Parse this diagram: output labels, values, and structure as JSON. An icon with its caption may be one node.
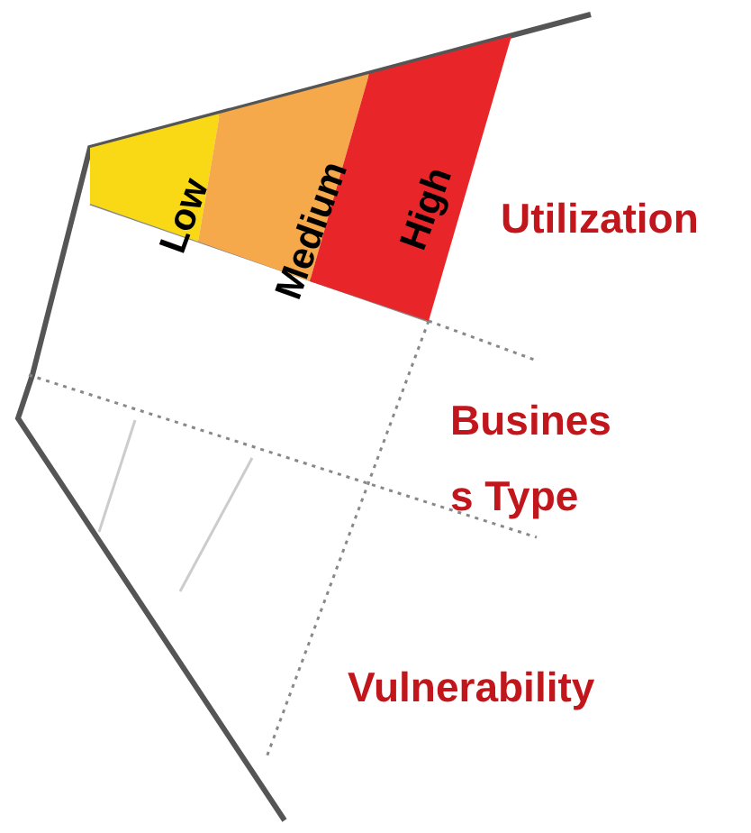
{
  "diagram": {
    "nodes": [
      {
        "text": [
          "Low"
        ]
      },
      {
        "text": [
          "Medium"
        ]
      },
      {
        "text": [
          "High"
        ]
      }
    ],
    "labels": [
      "Utilization",
      "Busines s Type",
      "Vulnerability"
    ]
  }
}
